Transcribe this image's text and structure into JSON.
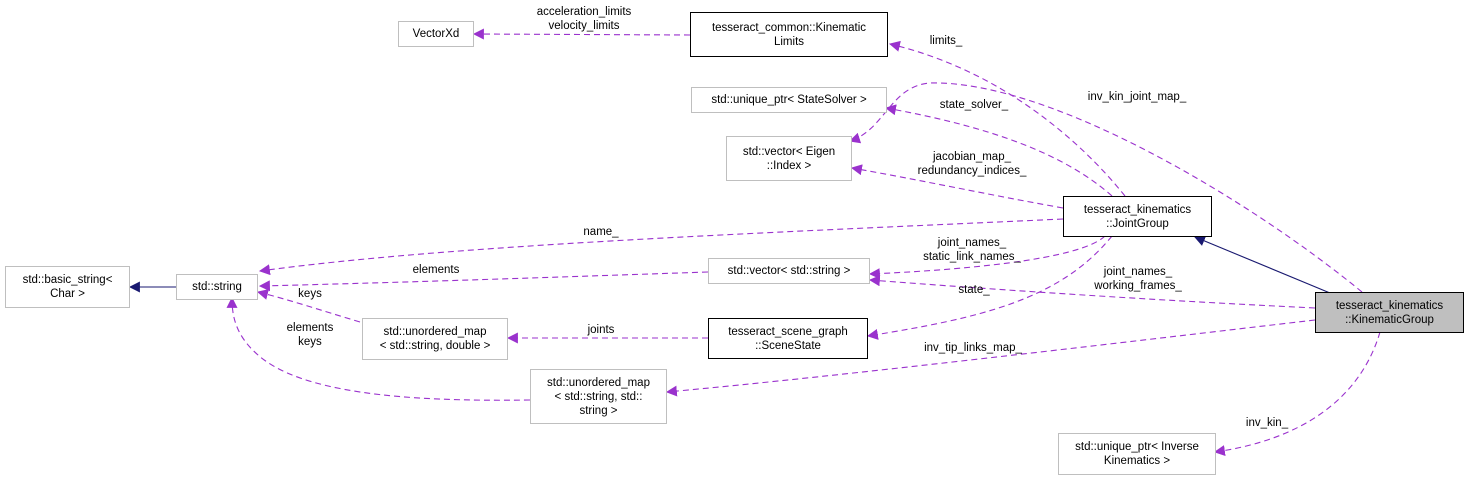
{
  "nodes": {
    "vectorxd": [
      "VectorXd"
    ],
    "kinematic_limits": [
      "tesseract_common::Kinematic",
      "Limits"
    ],
    "unique_ptr_state_solver": [
      "std::unique_ptr< StateSolver >"
    ],
    "vector_eigen_index": [
      "std::vector< Eigen",
      "::Index >"
    ],
    "joint_group": [
      "tesseract_kinematics",
      "::JointGroup"
    ],
    "basic_string": [
      "std::basic_string<",
      "Char >"
    ],
    "std_string": [
      "std::string"
    ],
    "vector_string": [
      "std::vector< std::string >"
    ],
    "kinematic_group": [
      "tesseract_kinematics",
      "::KinematicGroup"
    ],
    "unordered_map_double": [
      "std::unordered_map",
      "< std::string, double >"
    ],
    "scene_state": [
      "tesseract_scene_graph",
      "::SceneState"
    ],
    "unordered_map_string": [
      "std::unordered_map",
      "< std::string, std::",
      "string >"
    ],
    "unique_ptr_inverse": [
      "std::unique_ptr< Inverse",
      "Kinematics >"
    ]
  },
  "edge_labels": {
    "limits_vectorxd": [
      "acceleration_limits",
      "velocity_limits"
    ],
    "limits": [
      "limits_"
    ],
    "inv_kin_joint_map": [
      "inv_kin_joint_map_"
    ],
    "state_solver": [
      "state_solver_"
    ],
    "jacobian_map": [
      "jacobian_map_",
      "redundancy_indices_"
    ],
    "name": [
      "name_"
    ],
    "joint_names_static": [
      "joint_names_",
      "static_link_names_"
    ],
    "elements": [
      "elements"
    ],
    "joint_names_working": [
      "joint_names_",
      "working_frames_"
    ],
    "state": [
      "state_"
    ],
    "keys": [
      "keys"
    ],
    "joints": [
      "joints"
    ],
    "elements_keys": [
      "elements",
      "keys"
    ],
    "inv_tip_links_map": [
      "inv_tip_links_map_"
    ],
    "inv_kin": [
      "inv_kin_"
    ]
  },
  "colors": {
    "usage_edge": "#9a32cd",
    "inheritance_edge": "#191970",
    "focus_fill": "#bfbfbf",
    "node_border": "#bfbfbf",
    "documented_border": "#000000"
  }
}
